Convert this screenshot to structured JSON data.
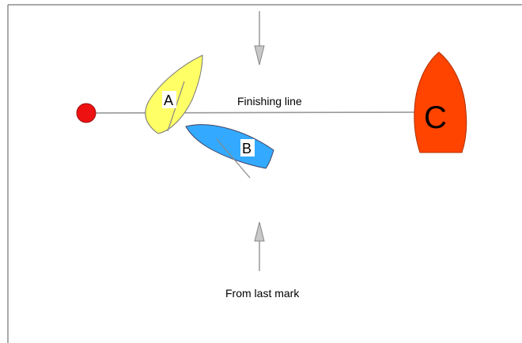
{
  "labels": {
    "finishing_line": "Finishing line",
    "from_last_mark": "From last mark"
  },
  "boats": [
    {
      "letter": "A",
      "color": "#ffff66"
    },
    {
      "letter": "B",
      "color": "#33aaff"
    },
    {
      "letter": "C",
      "color": "#ff4400"
    }
  ],
  "mark": {
    "color": "#ee1111"
  },
  "arrows": {
    "color": "#c8c8c8"
  }
}
